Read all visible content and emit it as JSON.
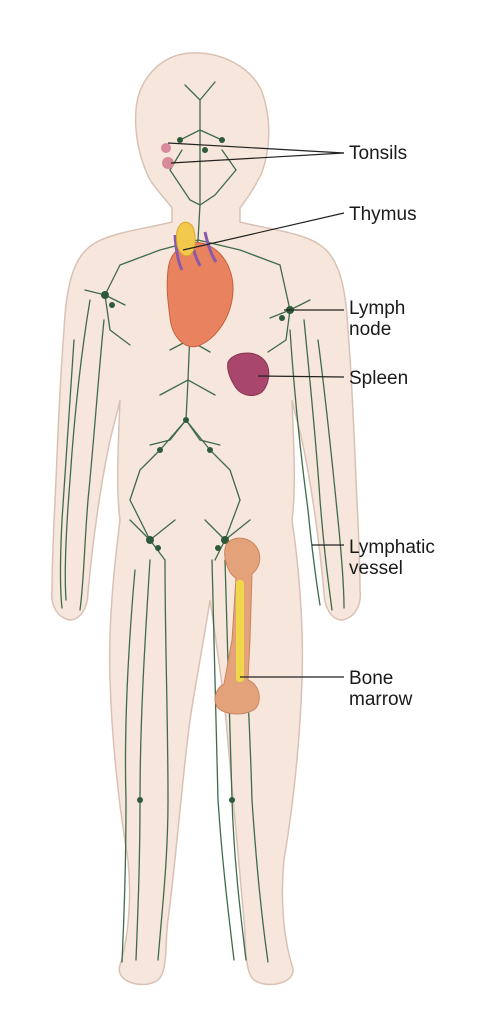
{
  "labels": {
    "tonsils": "Tonsils",
    "thymus": "Thymus",
    "lymph_node": [
      "Lymph",
      "node"
    ],
    "spleen": "Spleen",
    "lymphatic_vessel": [
      "Lymphatic",
      "vessel"
    ],
    "bone_marrow": [
      "Bone",
      "marrow"
    ]
  },
  "colors": {
    "body_fill": "#f7e6dc",
    "body_outline": "#d9c2b4",
    "vessel": "#3f6b4a",
    "node": "#2f5a3a",
    "heart": "#e9835f",
    "thymus": "#f2c94c",
    "spleen": "#a8476b",
    "bone": "#e3a27a",
    "marrow": "#f0d64a",
    "tonsil": "#d98a9a",
    "leader_line": "#222222"
  }
}
